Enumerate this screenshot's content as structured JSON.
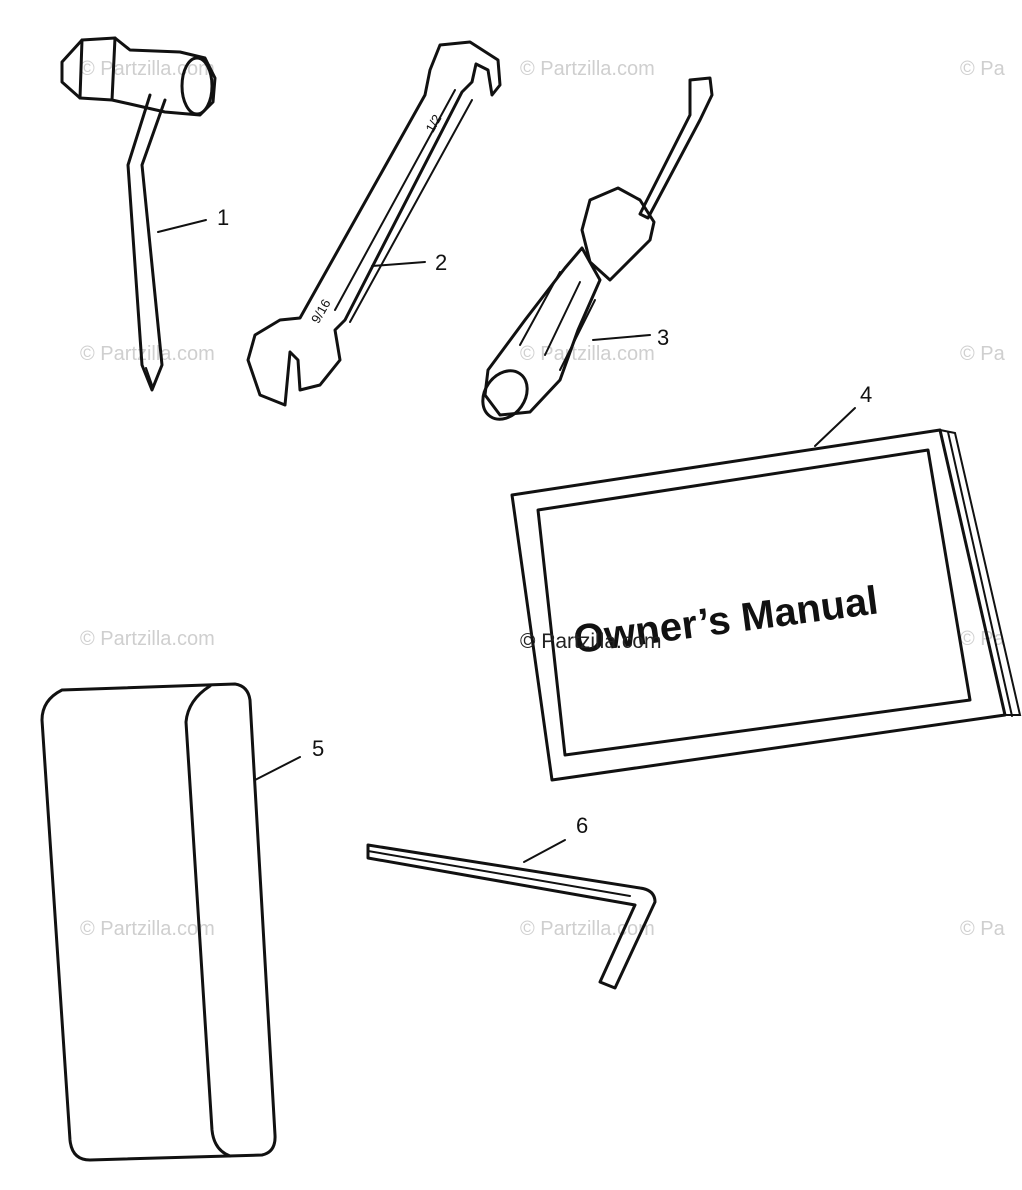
{
  "diagram": {
    "callouts": [
      {
        "id": "1",
        "label": "1"
      },
      {
        "id": "2",
        "label": "2"
      },
      {
        "id": "3",
        "label": "3"
      },
      {
        "id": "4",
        "label": "4"
      },
      {
        "id": "5",
        "label": "5"
      },
      {
        "id": "6",
        "label": "6"
      }
    ],
    "manual_cover_text": "Owner’s Manual",
    "wrench_marks": [
      "1/2",
      "9/16"
    ]
  },
  "watermark": {
    "text": "© Partzilla.com",
    "cut_text": "© Pa"
  },
  "colors": {
    "ink": "#111111",
    "watermark": "#cfcfcf",
    "background": "#ffffff"
  }
}
